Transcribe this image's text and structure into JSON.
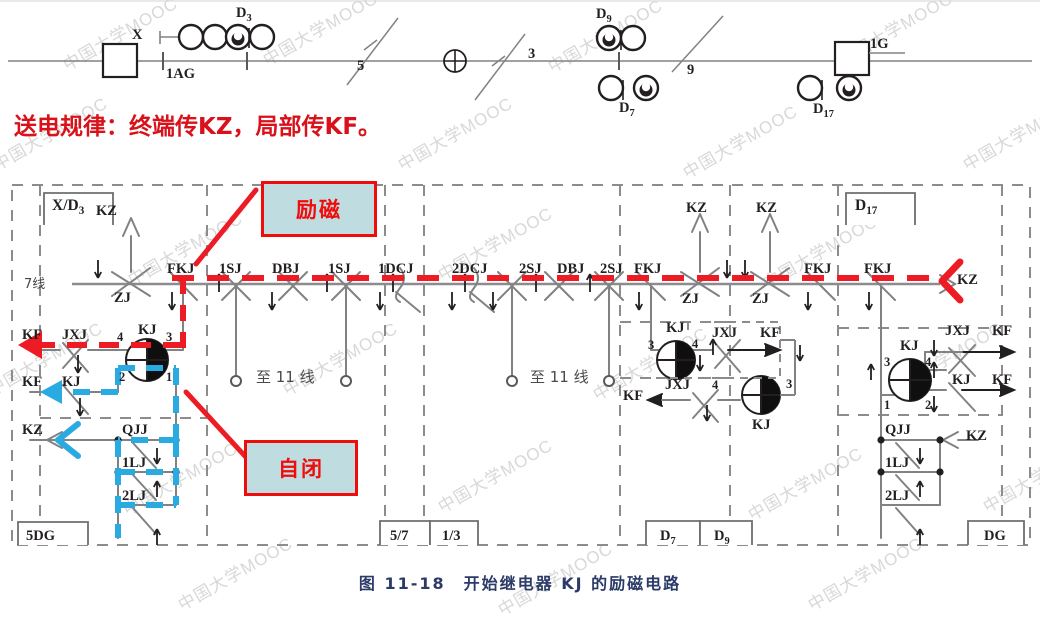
{
  "page": {
    "caption": "图 11-18　开始继电器 KJ 的励磁电路",
    "note_text": "送电规律：终端传KZ，局部传KF。",
    "watermark": "中国大学MOOC"
  },
  "track_diagram": {
    "name": "track-circuit-layout",
    "labels": {
      "x": "X",
      "iag": "1AG",
      "d3": "D3",
      "d9": "D9",
      "d7": "D7",
      "d17": "D17",
      "ig": "1G",
      "sec5": "5",
      "sec3": "3",
      "sec9": "9"
    }
  },
  "circuit": {
    "title_boxes": {
      "left": "X/D3",
      "right": "D17"
    },
    "bottom_boxes": [
      "5DG",
      "5/7",
      "1/3",
      "D7",
      "D9",
      "DG"
    ],
    "bus_label": "7线",
    "to_line_labels": [
      "至 11 线",
      "至 11 线"
    ],
    "bus_contacts": [
      "FKJ",
      "1SJ",
      "DBJ",
      "1SJ",
      "1DCJ",
      "2DCJ",
      "2SJ",
      "DBJ",
      "2SJ",
      "FKJ",
      "FKJ",
      "FKJ"
    ],
    "kz_zj_pairs": [
      {
        "top": "KZ",
        "bottom": "ZJ"
      },
      {
        "top": "KZ",
        "bottom": "ZJ"
      },
      {
        "top": "KZ",
        "bottom": "ZJ"
      }
    ],
    "kz_right_label": "KZ",
    "relays": [
      {
        "name": "KJ",
        "terminals": [
          "3",
          "4",
          "2",
          "1"
        ]
      },
      {
        "name": "KJ",
        "terminals": [
          "3",
          "4"
        ]
      },
      {
        "name": "KJ",
        "terminals": [
          "4",
          "3"
        ]
      },
      {
        "name": "KJ",
        "terminals": [
          "3",
          "4",
          "1",
          "2"
        ]
      }
    ],
    "contact_labels": {
      "jxj": "JXJ",
      "kj": "KJ",
      "kf": "KF",
      "kz": "KZ",
      "qjj": "QJJ",
      "lj1": "1LJ",
      "lj2": "2LJ"
    }
  },
  "annotations": [
    {
      "id": "excitation",
      "text": "励磁"
    },
    {
      "id": "self-close",
      "text": "自闭"
    }
  ],
  "colors": {
    "red": "#ed1c24",
    "blue": "#29abe2",
    "callout_fill": "#bfdde1",
    "wire": "#808284",
    "ink": "#231f20"
  }
}
